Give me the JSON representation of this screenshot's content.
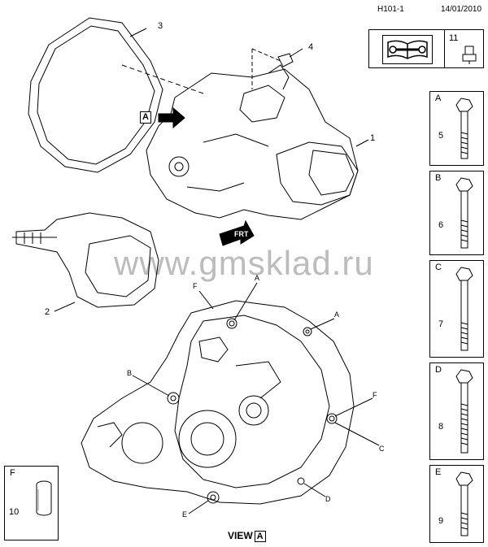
{
  "header": {
    "code": "H101-1",
    "date": "14/01/2010"
  },
  "watermark": "www.gmsklad.ru",
  "view_label": "VIEW",
  "view_letter": "A",
  "arrow_label": "A",
  "front_label": "FRT",
  "callouts": {
    "n1": "1",
    "n2": "2",
    "n3": "3",
    "n4": "4",
    "n11": "11",
    "ref_a1": "A",
    "ref_a2": "A",
    "ref_b": "B",
    "ref_c": "C",
    "ref_d": "D",
    "ref_e": "E",
    "ref_f1": "F",
    "ref_f2": "F"
  },
  "bolt_panels": [
    {
      "letter": "A",
      "number": "5"
    },
    {
      "letter": "B",
      "number": "6"
    },
    {
      "letter": "C",
      "number": "7"
    },
    {
      "letter": "D",
      "number": "8"
    },
    {
      "letter": "E",
      "number": "9"
    }
  ],
  "pin_panel": {
    "letter": "F",
    "number": "10"
  },
  "icons": [
    "manual-book-wrench-icon",
    "connector-icon"
  ]
}
